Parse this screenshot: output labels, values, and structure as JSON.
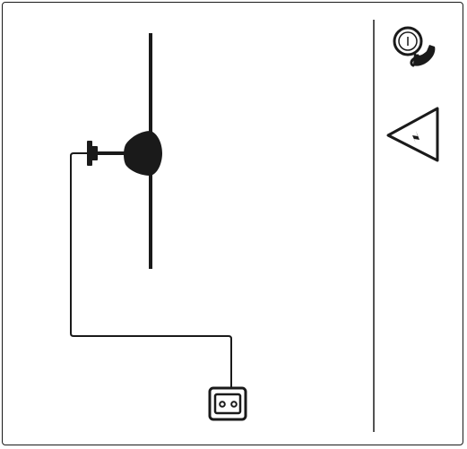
{
  "diagram": {
    "elements": [
      "vertical-pole",
      "dish-antenna",
      "antenna-connector",
      "coaxial-cable",
      "wall-socket"
    ]
  },
  "sidebar": {
    "icons": [
      {
        "name": "rotating-phone-icon"
      },
      {
        "name": "electrical-hazard-warning-icon"
      }
    ]
  },
  "colors": {
    "stroke": "#1a1a1a",
    "background": "#ffffff"
  }
}
